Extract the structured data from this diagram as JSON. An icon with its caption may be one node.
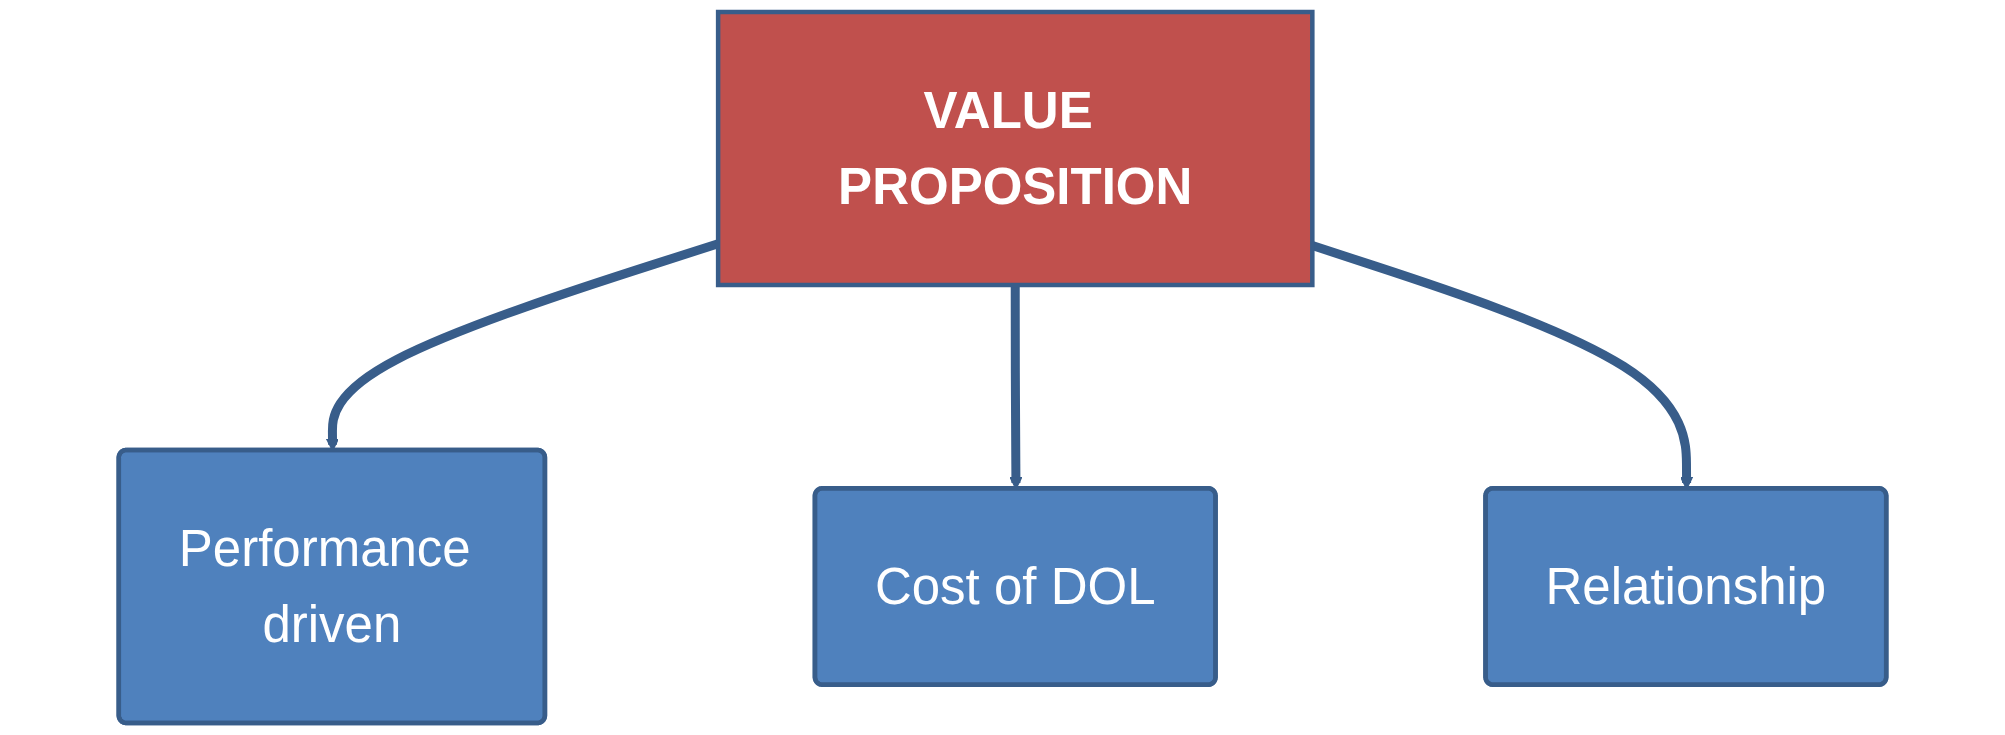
{
  "diagram": {
    "nodes": [
      {
        "text": [
          "VALUE PROPOSITION"
        ]
      },
      {
        "text": [
          "Performance driven"
        ]
      },
      {
        "text": [
          "Cost of DOL"
        ]
      },
      {
        "text": [
          "Relationship"
        ]
      }
    ],
    "edges": [
      {
        "from": 0,
        "to": 1,
        "arrow": "to"
      },
      {
        "from": 0,
        "to": 2,
        "arrow": "to"
      },
      {
        "from": 0,
        "to": 3,
        "arrow": "to"
      }
    ]
  }
}
